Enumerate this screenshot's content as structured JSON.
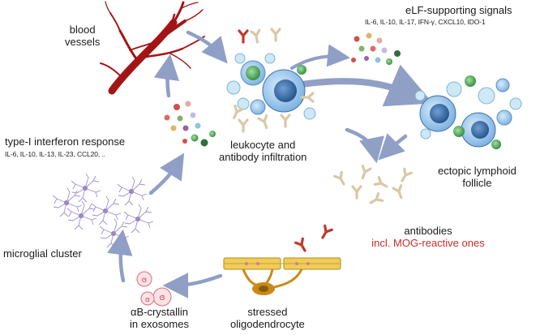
{
  "labels": {
    "blood_vessels": [
      "blood",
      "vessels"
    ],
    "type1_title": "type-I interferon response",
    "type1_cytokines": "IL-6, IL-10, IL-13, IL-23, CCL20, ..",
    "leukocyte": [
      "leukocyte and",
      "antibody infiltration"
    ],
    "elf_title": "eLF-supporting signals",
    "elf_cytokines": "IL-6, IL-10, IL-17, IFN-γ, CXCL10, IDO-1",
    "ectopic": [
      "ectopic lymphoid",
      "follicle"
    ],
    "antibodies": "antibodies",
    "antibodies_mog": "incl. MOG-reactive ones",
    "microglial": "microglial cluster",
    "stressed": [
      "stressed",
      "oligodendrocyte"
    ],
    "crystallin": [
      "αB-crystallin",
      "in exosomes"
    ]
  },
  "colors": {
    "vessel": "#a31515",
    "arrow": "#8f9fc6",
    "antibody": "#d9c8a6",
    "antibody_red": "#c0392b",
    "cell_blue": "#5b8fc7",
    "cell_light": "#b9dcef",
    "cell_green": "#5aa85a",
    "glia": "#9a86c4",
    "myelin": "#d8b038",
    "oligo": "#c98a16",
    "exosome": "#e06a7a",
    "text_red": "#d12a2a"
  }
}
